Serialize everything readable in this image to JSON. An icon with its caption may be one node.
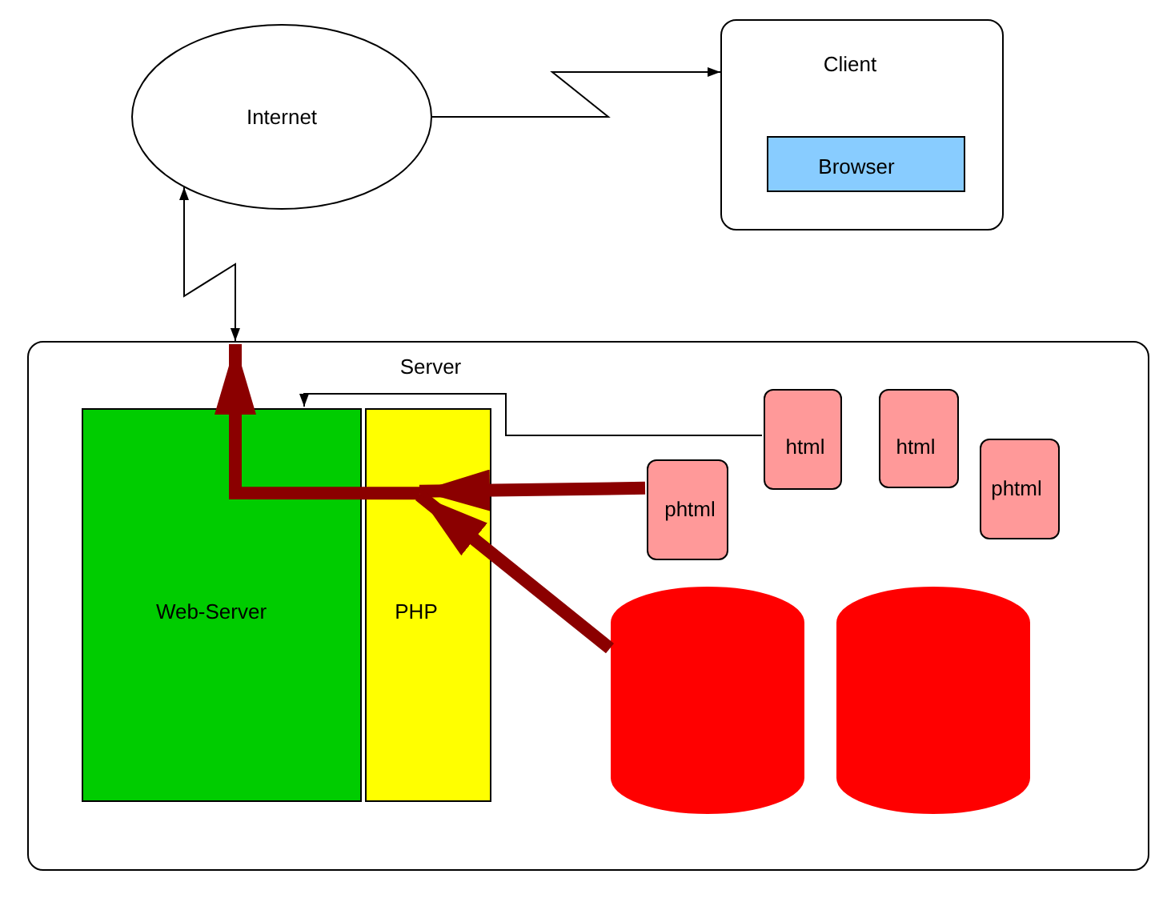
{
  "diagram": {
    "nodes": [
      {
        "text": [
          "Internet"
        ]
      },
      {
        "text": [
          "Client"
        ]
      },
      {
        "text": [
          "Browser"
        ],
        "in": 1
      },
      {
        "text": [
          "Server"
        ]
      },
      {
        "text": [
          "Web-Server"
        ],
        "in": 3
      },
      {
        "text": [
          "PHP"
        ],
        "in": 3
      },
      {
        "text": [
          "html"
        ],
        "in": 3
      },
      {
        "text": [
          "html"
        ],
        "in": 3
      },
      {
        "text": [
          "phtml"
        ],
        "in": 3
      },
      {
        "text": [
          "phtml"
        ],
        "in": 3
      },
      {
        "text": [],
        "shape": "cylinder",
        "in": 3
      },
      {
        "text": [],
        "shape": "cylinder",
        "in": 3
      }
    ],
    "edges": [
      {
        "from": 0,
        "to": 1,
        "arrow": "to"
      },
      {
        "from": 3,
        "to": 0,
        "arrow": "both"
      },
      {
        "from": 6,
        "to": 4,
        "arrow": "to"
      },
      {
        "from": 9,
        "to": 5,
        "arrow": "to",
        "style": "thick",
        "color": "#8b0000"
      },
      {
        "from": 10,
        "to": 5,
        "arrow": "to",
        "style": "thick",
        "color": "#8b0000"
      },
      {
        "from": 5,
        "to": null,
        "arrow": "to",
        "style": "thick",
        "color": "#8b0000"
      }
    ]
  }
}
